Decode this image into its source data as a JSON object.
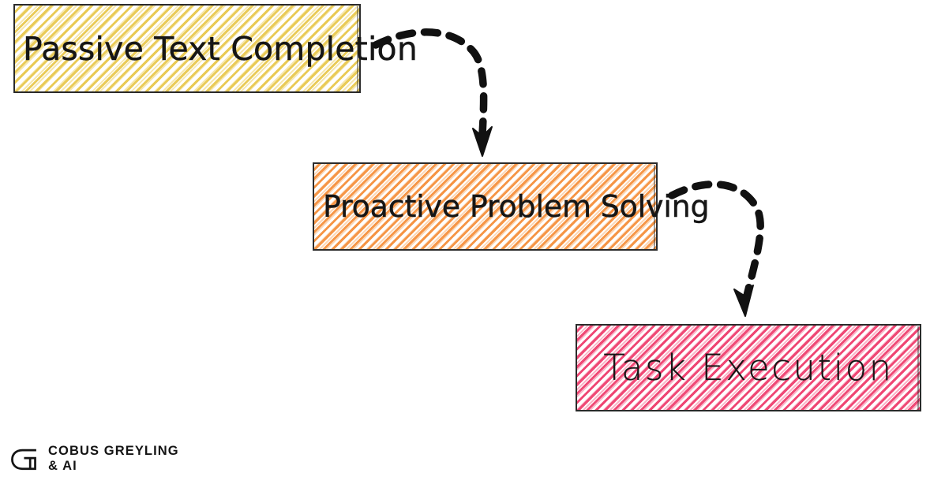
{
  "diagram": {
    "type": "flow",
    "title": "",
    "background_color": "#ffffff",
    "nodes": [
      {
        "id": "passive-text-completion",
        "label": "Passive Text Completion",
        "fill_color": "#E8C84F",
        "style": "hand-drawn hatched rectangle",
        "order": 1
      },
      {
        "id": "proactive-problem-solving",
        "label": "Proactive Problem Solving",
        "fill_color": "#F5913E",
        "style": "hand-drawn hatched rectangle",
        "order": 2
      },
      {
        "id": "task-execution",
        "label": "Task Execution",
        "fill_color": "#EE3A6B",
        "style": "hand-drawn hatched rectangle",
        "order": 3
      }
    ],
    "edges": [
      {
        "id": "edge-1",
        "from": "passive-text-completion",
        "to": "proactive-problem-solving",
        "style": "dashed-curved-arrow",
        "color": "#111111",
        "label": ""
      },
      {
        "id": "edge-2",
        "from": "proactive-problem-solving",
        "to": "task-execution",
        "style": "dashed-curved-arrow",
        "color": "#111111",
        "label": ""
      }
    ]
  },
  "watermark": {
    "line1": "COBUS GREYLING",
    "line2": "& AI",
    "mark": "g-monogram-icon"
  }
}
